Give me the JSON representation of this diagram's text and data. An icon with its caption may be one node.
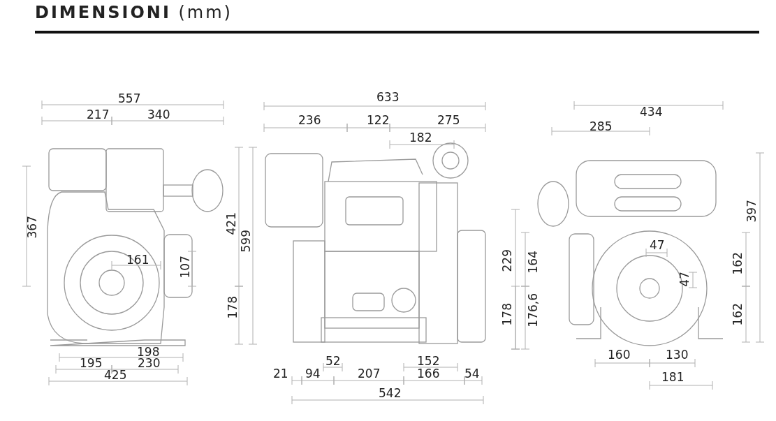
{
  "diagram": {
    "title": "**DIMENSIONI** (mm)",
    "labels": [
      "557",
      "217",
      "340",
      "367",
      "421",
      "599",
      "161",
      "107",
      "178",
      "198",
      "195",
      "230",
      "425",
      "633",
      "236",
      "122",
      "275",
      "182",
      "52",
      "21",
      "94",
      "207",
      "152",
      "166",
      "54",
      "542",
      "434",
      "285",
      "397",
      "229",
      "164",
      "47",
      "47",
      "162",
      "176,6",
      "178",
      "162",
      "160",
      "130",
      "181"
    ]
  }
}
